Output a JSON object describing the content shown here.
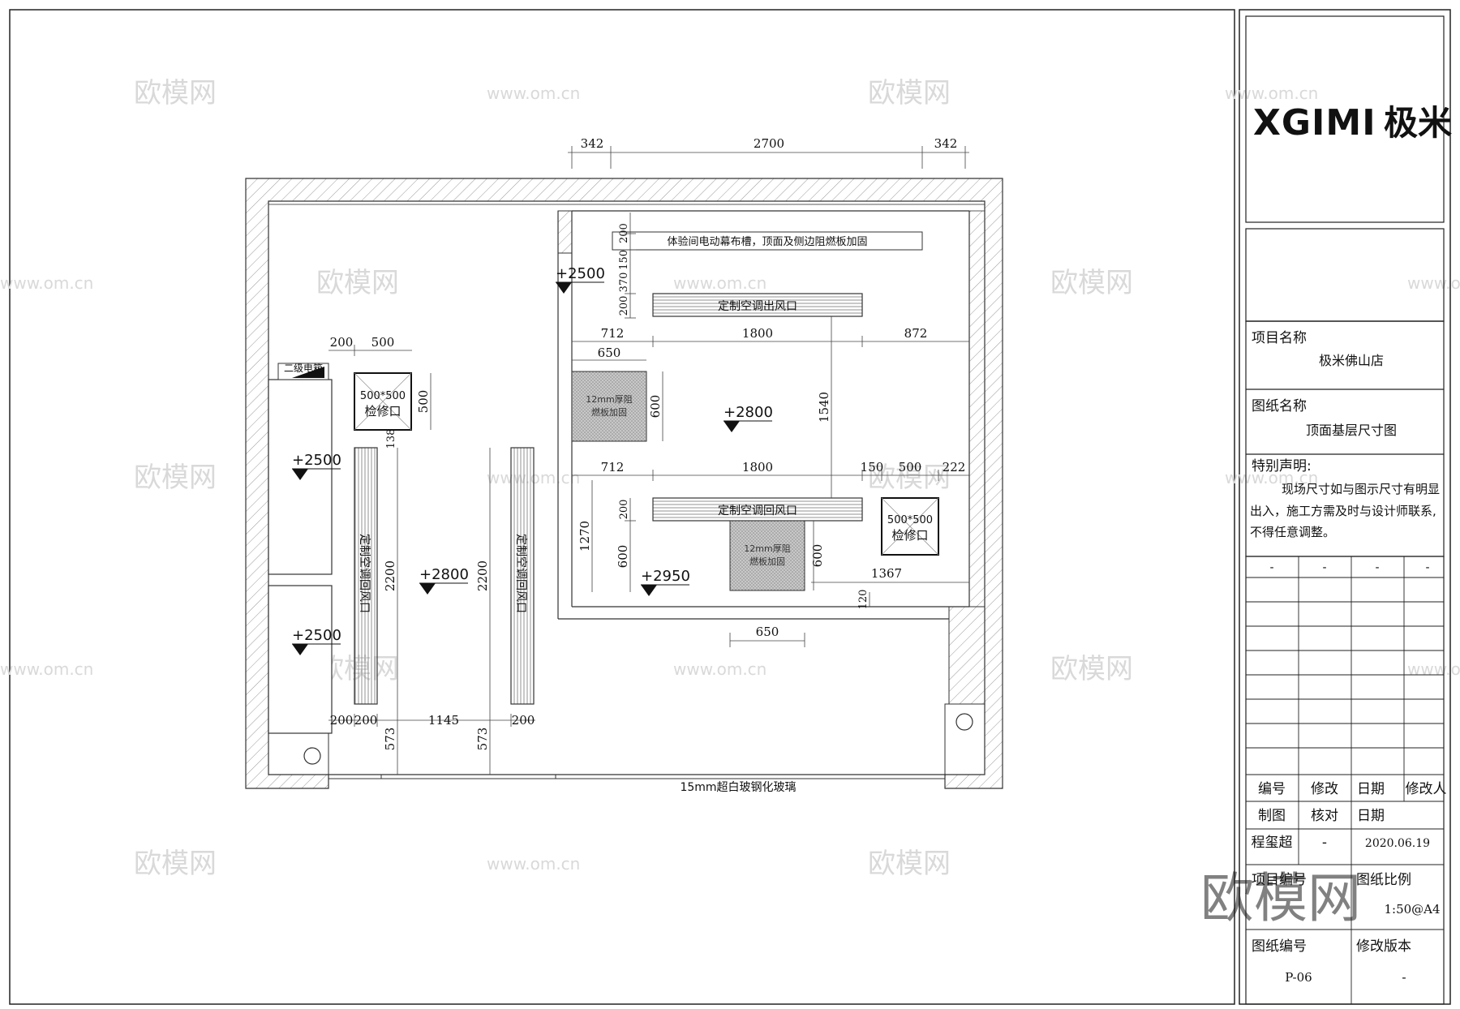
{
  "brand": {
    "logo_text": "XGIMI极米",
    "logo_latin": "XGIMI",
    "logo_cn": "极米"
  },
  "watermarks": {
    "cn": "欧模网",
    "url": "www.om.cn",
    "big": "欧模网"
  },
  "title_block": {
    "project_label": "项目名称",
    "project_value": "极米佛山店",
    "drawing_label": "图纸名称",
    "drawing_value": "顶面基层尺寸图",
    "note_label": "特别声明:",
    "note_lines": [
      "现场尺寸如与图示尺寸有明显",
      "出入，施工方需及时与设计师联系,",
      "不得任意调整。"
    ],
    "dash": "-",
    "rev_headers": [
      "编号",
      "修改",
      "日期",
      "修改人"
    ],
    "draw_label": "制图",
    "check_label": "核对",
    "date_label": "日期",
    "drawer": "程玺超",
    "checker": "-",
    "date": "2020.06.19",
    "project_no_label": "项目编号",
    "scale_label": "图纸比例",
    "scale_value": "1:50@A4",
    "sheet_no_label": "图纸编号",
    "sheet_no": "P-06",
    "version_label": "修改版本",
    "version": "-"
  },
  "plan": {
    "top_dims": [
      "342",
      "2700",
      "342"
    ],
    "notes": {
      "curtain_slot": "体验间电动幕布槽，顶面及侧边阻燃板加固",
      "ac_outlet": "定制空调出风口",
      "ac_return_h": "定制空调回风口",
      "ac_return_v1": "定制空调回风口",
      "ac_return_v2": "定制空调回风口",
      "board_1": [
        "12mm厚阻",
        "燃板加固"
      ],
      "board_2": [
        "12mm厚阻",
        "燃板加固"
      ],
      "access_1": [
        "500*500",
        "检修口"
      ],
      "access_2": [
        "500*500",
        "检修口"
      ],
      "elec_box": "二级电箱",
      "glass": "15mm超白玻钢化玻璃"
    },
    "levels": {
      "l1": "+2500",
      "l2": "+2500",
      "l3": "+2500",
      "l4": "+2800",
      "l5": "+2800",
      "l6": "+2950"
    },
    "dims": {
      "d200a": "200",
      "d150": "150",
      "d370": "370",
      "d200b": "200",
      "d712a": "712",
      "d1800a": "1800",
      "d872": "872",
      "d650a": "650",
      "d600a": "600",
      "d1540": "1540",
      "d712b": "712",
      "d1800b": "1800",
      "d150b": "150",
      "d500b": "500",
      "d222": "222",
      "d1270": "1270",
      "d200c": "200",
      "d600b": "600",
      "d600c": "600",
      "d1367": "1367",
      "d120": "120",
      "d650b": "650",
      "d200d": "200",
      "d500a": "500",
      "d500c": "500",
      "d138": "138",
      "d2200a": "2200",
      "d2200b": "2200",
      "d200e": "200",
      "d200f": "200",
      "d1145": "1145",
      "d200g": "200",
      "d573a": "573",
      "d573b": "573"
    }
  }
}
